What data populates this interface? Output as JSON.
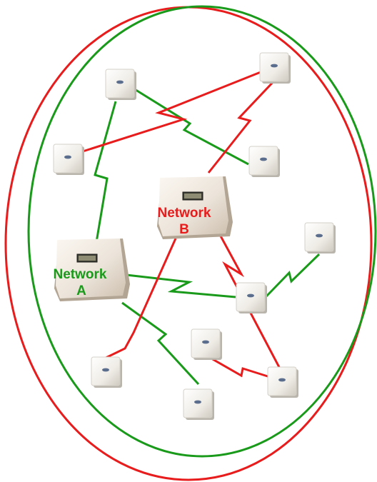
{
  "colors": {
    "network_a": "#1a9a1a",
    "network_b": "#e81c1c",
    "device_face": "#f3f1ec",
    "device_shadow": "#b9b5ac"
  },
  "network_a": {
    "label_line1": "Network",
    "label_line2": "A"
  },
  "network_b": {
    "label_line1": "Network",
    "label_line2": "B"
  }
}
